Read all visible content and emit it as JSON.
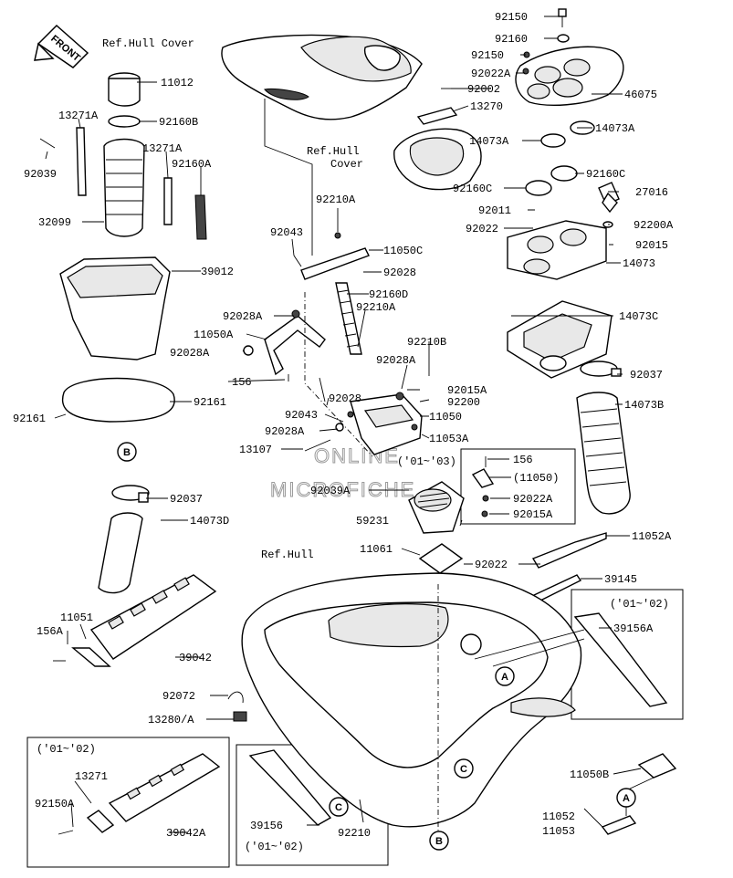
{
  "front_label": "FRONT",
  "watermark": {
    "line1": "ONLINE",
    "line2": "MICROFICHE"
  },
  "refs": {
    "hull_cover_top": "Ref.Hull Cover",
    "hull_cover_mid_1": "Ref.Hull",
    "hull_cover_mid_2": "Cover",
    "hull": "Ref.Hull"
  },
  "years": {
    "y0103": "('01~'03)",
    "y0102_a": "('01~'02)",
    "y0102_b": "('01~'02)",
    "y0102_c": "('01~'02)"
  },
  "callouts": [
    "A",
    "B",
    "C"
  ],
  "labels": [
    {
      "id": "p92150_a",
      "text": "92150"
    },
    {
      "id": "p92160",
      "text": "92160"
    },
    {
      "id": "p92150_b",
      "text": "92150"
    },
    {
      "id": "p92022A",
      "text": "92022A"
    },
    {
      "id": "p92002",
      "text": "92002"
    },
    {
      "id": "p46075",
      "text": "46075"
    },
    {
      "id": "p13270",
      "text": "13270"
    },
    {
      "id": "p14073A_a",
      "text": "14073A"
    },
    {
      "id": "p14073A_b",
      "text": "14073A"
    },
    {
      "id": "p11012",
      "text": "11012"
    },
    {
      "id": "p13271A_a",
      "text": "13271A"
    },
    {
      "id": "p92160B",
      "text": "92160B"
    },
    {
      "id": "p92039",
      "text": "92039"
    },
    {
      "id": "p13271A_b",
      "text": "13271A"
    },
    {
      "id": "p92160A",
      "text": "92160A"
    },
    {
      "id": "p32099",
      "text": "32099"
    },
    {
      "id": "p92160C_a",
      "text": "92160C"
    },
    {
      "id": "p92160C_b",
      "text": "92160C"
    },
    {
      "id": "p27016",
      "text": "27016"
    },
    {
      "id": "p92210A_a",
      "text": "92210A"
    },
    {
      "id": "p92011",
      "text": "92011"
    },
    {
      "id": "p92022_a",
      "text": "92022"
    },
    {
      "id": "p92200A",
      "text": "92200A"
    },
    {
      "id": "p92043_a",
      "text": "92043"
    },
    {
      "id": "p11050C",
      "text": "11050C"
    },
    {
      "id": "p92015",
      "text": "92015"
    },
    {
      "id": "p14073",
      "text": "14073"
    },
    {
      "id": "p39012",
      "text": "39012"
    },
    {
      "id": "p92028_a",
      "text": "92028"
    },
    {
      "id": "p92160D",
      "text": "92160D"
    },
    {
      "id": "p92210A_b",
      "text": "92210A"
    },
    {
      "id": "p92028A_a",
      "text": "92028A"
    },
    {
      "id": "p14073C",
      "text": "14073C"
    },
    {
      "id": "p11050A",
      "text": "11050A"
    },
    {
      "id": "p92210B",
      "text": "92210B"
    },
    {
      "id": "p92028A_b",
      "text": "92028A"
    },
    {
      "id": "p92028A_c",
      "text": "92028A"
    },
    {
      "id": "p92037_a",
      "text": "92037"
    },
    {
      "id": "p156_a",
      "text": "156"
    },
    {
      "id": "p92015A_a",
      "text": "92015A"
    },
    {
      "id": "p92028_b",
      "text": "92028"
    },
    {
      "id": "p92200",
      "text": "92200"
    },
    {
      "id": "p14073B",
      "text": "14073B"
    },
    {
      "id": "p92161_a",
      "text": "92161"
    },
    {
      "id": "p92161_b",
      "text": "92161"
    },
    {
      "id": "p92043_b",
      "text": "92043"
    },
    {
      "id": "p11050",
      "text": "11050"
    },
    {
      "id": "p92028A_d",
      "text": "92028A"
    },
    {
      "id": "p11053A",
      "text": "11053A"
    },
    {
      "id": "p13107",
      "text": "13107"
    },
    {
      "id": "p156_b",
      "text": "156"
    },
    {
      "id": "p11050_par",
      "text": "(11050)"
    },
    {
      "id": "p92039A",
      "text": "92039A"
    },
    {
      "id": "p92037_b",
      "text": "92037"
    },
    {
      "id": "p92022A_b",
      "text": "92022A"
    },
    {
      "id": "p92015A_b",
      "text": "92015A"
    },
    {
      "id": "p14073D",
      "text": "14073D"
    },
    {
      "id": "p59231",
      "text": "59231"
    },
    {
      "id": "p11052A",
      "text": "11052A"
    },
    {
      "id": "p11061",
      "text": "11061"
    },
    {
      "id": "p92022_b",
      "text": "92022"
    },
    {
      "id": "p39145",
      "text": "39145"
    },
    {
      "id": "p11051",
      "text": "11051"
    },
    {
      "id": "p39156A",
      "text": "39156A"
    },
    {
      "id": "p156A",
      "text": "156A"
    },
    {
      "id": "p39042",
      "text": "39042"
    },
    {
      "id": "p92072",
      "text": "92072"
    },
    {
      "id": "p13280A",
      "text": "13280/A"
    },
    {
      "id": "p13271",
      "text": "13271"
    },
    {
      "id": "p92150A",
      "text": "92150A"
    },
    {
      "id": "p39042A",
      "text": "39042A"
    },
    {
      "id": "p39156",
      "text": "39156"
    },
    {
      "id": "p92210",
      "text": "92210"
    },
    {
      "id": "p11050B",
      "text": "11050B"
    },
    {
      "id": "p11052",
      "text": "11052"
    },
    {
      "id": "p11053",
      "text": "11053"
    }
  ]
}
